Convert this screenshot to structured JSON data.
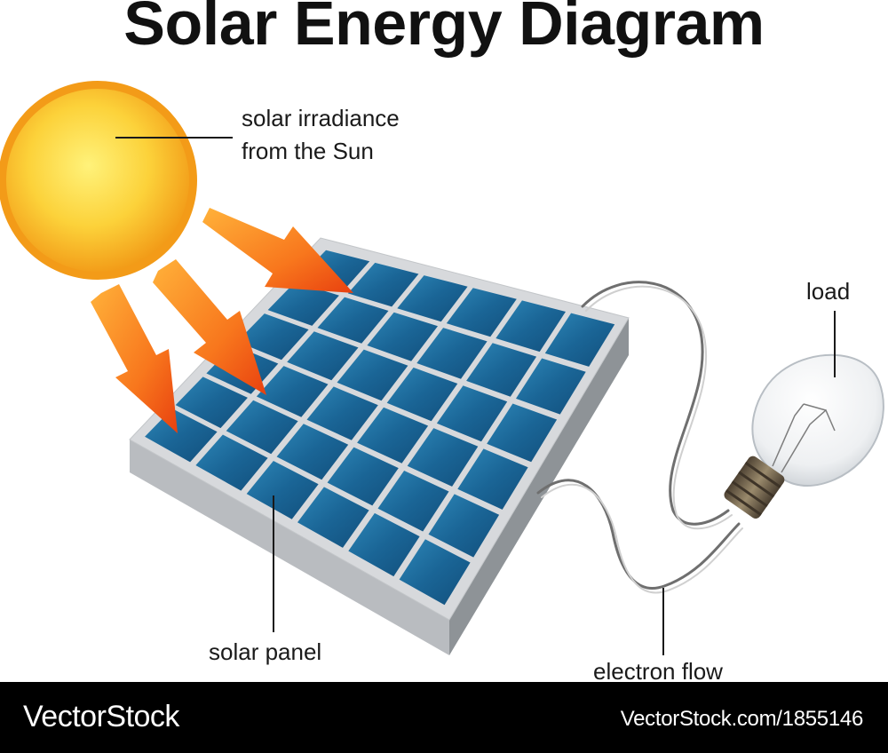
{
  "title": "Solar Energy Diagram",
  "labels": {
    "sun": [
      "solar irradiance",
      "from the Sun"
    ],
    "load": "load",
    "panel": "solar panel",
    "flow": "electron flow"
  },
  "footer": {
    "brand": "VectorStock",
    "url": "VectorStock.com/1855146"
  },
  "colors": {
    "sun": "#fbb81e",
    "arrow": "#f55a16",
    "panel_cell": "#1f6f9e",
    "panel_frame": "#c9ccd0",
    "wire": "#8a8a8a",
    "bulb_base": "#6a5a45"
  }
}
